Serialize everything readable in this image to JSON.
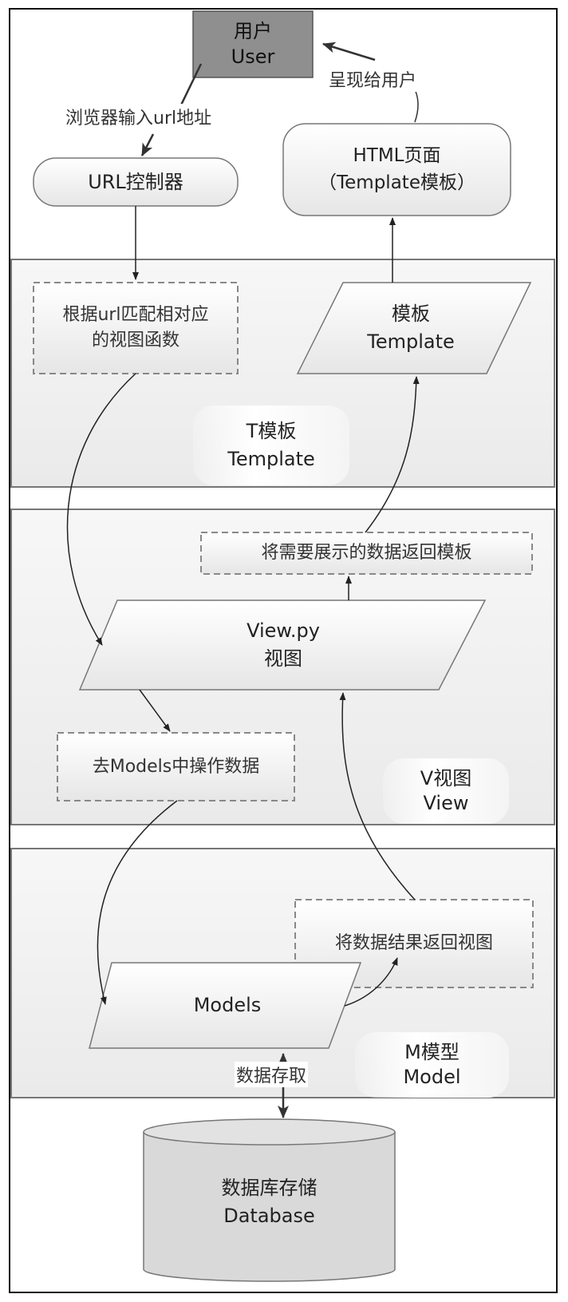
{
  "diagram": {
    "title": "Django MTV architecture flow",
    "colors": {
      "user_fill": "#8f8f8f",
      "panel_fill": "#efefef",
      "node_fill": "#f4f4f4",
      "stroke": "#666666",
      "dashed_stroke": "#888888",
      "arrow": "#222222",
      "database_fill": "#d9d9d9"
    },
    "nodes": {
      "user": {
        "line1": "用户",
        "line2": "User"
      },
      "url_controller": {
        "line1": "URL控制器"
      },
      "html_page": {
        "line1": "HTML页面",
        "line2": "（Template模板）"
      },
      "match_view": {
        "line1": "根据url匹配相对应",
        "line2": "的视图函数"
      },
      "template_node": {
        "line1": "模板",
        "line2": "Template"
      },
      "return_to_template": {
        "line1": "将需要展示的数据返回模板"
      },
      "view_py": {
        "line1": "View.py",
        "line2": "视图"
      },
      "go_models": {
        "line1": "去Models中操作数据"
      },
      "return_to_view": {
        "line1": "将数据结果返回视图"
      },
      "models": {
        "line1": "Models"
      },
      "database": {
        "line1": "数据库存储",
        "line2": "Database"
      }
    },
    "panels": {
      "template": {
        "line1": "T模板",
        "line2": "Template"
      },
      "view": {
        "line1": "V视图",
        "line2": "View"
      },
      "model": {
        "line1": "M模型",
        "line2": "Model"
      }
    },
    "edges": {
      "browser_input": "浏览器输入url地址",
      "present_to_user": "呈现给用户",
      "data_access": "数据存取"
    }
  }
}
